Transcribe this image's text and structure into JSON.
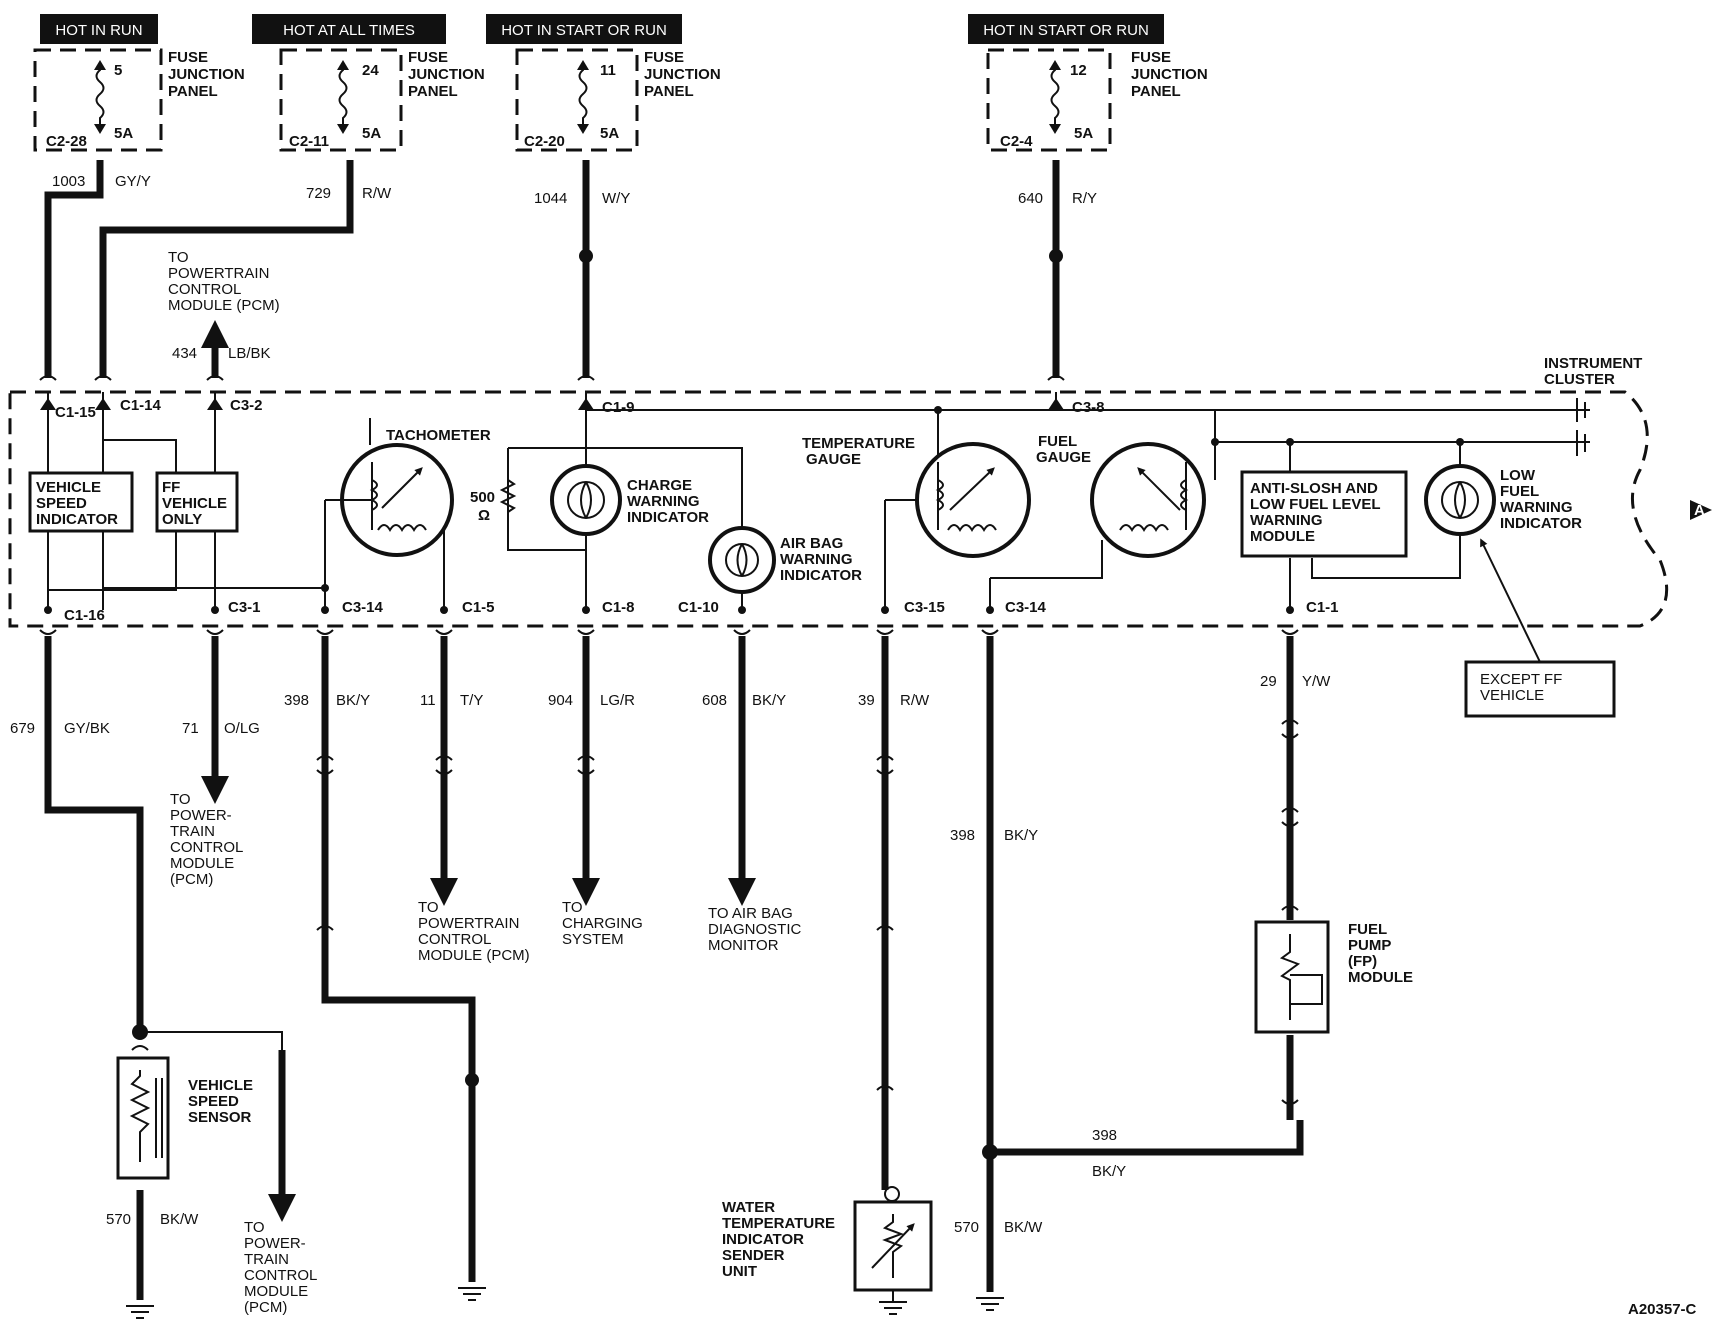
{
  "diagram_id": "A20357-C",
  "off_page_ref": "A",
  "power_headers": [
    "HOT IN RUN",
    "HOT AT ALL TIMES",
    "HOT IN START OR RUN",
    "HOT IN START OR RUN"
  ],
  "fuses": [
    {
      "number": "5",
      "rating": "5A",
      "connector": "C2-28",
      "label": [
        "FUSE",
        "JUNCTION",
        "PANEL"
      ]
    },
    {
      "number": "24",
      "rating": "5A",
      "connector": "C2-11",
      "label": [
        "FUSE",
        "JUNCTION",
        "PANEL"
      ]
    },
    {
      "number": "11",
      "rating": "5A",
      "connector": "C2-20",
      "label": [
        "FUSE",
        "JUNCTION",
        "PANEL"
      ]
    },
    {
      "number": "12",
      "rating": "5A",
      "connector": "C2-4",
      "label": [
        "FUSE",
        "JUNCTION",
        "PANEL"
      ]
    }
  ],
  "circuits": {
    "c1003": {
      "num": "1003",
      "color": "GY/Y"
    },
    "c729": {
      "num": "729",
      "color": "R/W"
    },
    "c1044": {
      "num": "1044",
      "color": "W/Y"
    },
    "c640": {
      "num": "640",
      "color": "R/Y"
    },
    "c434": {
      "num": "434",
      "color": "LB/BK"
    },
    "c679": {
      "num": "679",
      "color": "GY/BK"
    },
    "c71": {
      "num": "71",
      "color": "O/LG"
    },
    "c398a": {
      "num": "398",
      "color": "BK/Y"
    },
    "c11": {
      "num": "11",
      "color": "T/Y"
    },
    "c904": {
      "num": "904",
      "color": "LG/R"
    },
    "c608": {
      "num": "608",
      "color": "BK/Y"
    },
    "c39": {
      "num": "39",
      "color": "R/W"
    },
    "c398b": {
      "num": "398",
      "color": "BK/Y"
    },
    "c29": {
      "num": "29",
      "color": "Y/W"
    },
    "c398c": {
      "num": "398",
      "color": "BK/Y"
    },
    "c570a": {
      "num": "570",
      "color": "BK/W"
    },
    "c570b": {
      "num": "570",
      "color": "BK/W"
    }
  },
  "cluster": {
    "title": [
      "INSTRUMENT",
      "CLUSTER"
    ],
    "connectors": {
      "c1_15": "C1-15",
      "c1_14": "C1-14",
      "c3_2": "C3-2",
      "c1_9": "C1-9",
      "c3_8": "C3-8",
      "c1_16": "C1-16",
      "c3_1": "C3-1",
      "c3_14a": "C3-14",
      "c1_5": "C1-5",
      "c1_8": "C1-8",
      "c1_10": "C1-10",
      "c3_15": "C3-15",
      "c3_14b": "C3-14",
      "c1_1": "C1-1"
    },
    "components": {
      "vsi": [
        "VEHICLE",
        "SPEED",
        "INDICATOR"
      ],
      "ff": [
        "FF",
        "VEHICLE",
        "ONLY"
      ],
      "tach": "TACHOMETER",
      "resistor": [
        "500",
        "Ω"
      ],
      "charge": [
        "CHARGE",
        "WARNING",
        "INDICATOR"
      ],
      "airbag": [
        "AIR BAG",
        "WARNING",
        "INDICATOR"
      ],
      "temp": [
        "TEMPERATURE",
        "GAUGE"
      ],
      "fuel": [
        "FUEL",
        "GAUGE"
      ],
      "antislosh": [
        "ANTI-SLOSH AND",
        "LOW FUEL LEVEL",
        "WARNING",
        "MODULE"
      ],
      "lowfuel": [
        "LOW",
        "FUEL",
        "WARNING",
        "INDICATOR"
      ]
    }
  },
  "destinations": {
    "pcm_top": [
      "TO",
      "POWERTRAIN",
      "CONTROL",
      "MODULE (PCM)"
    ],
    "pcm_71": [
      "TO",
      "POWER-",
      "TRAIN",
      "CONTROL",
      "MODULE",
      "(PCM)"
    ],
    "pcm_11": [
      "TO",
      "POWERTRAIN",
      "CONTROL",
      "MODULE (PCM)"
    ],
    "charging": [
      "TO",
      "CHARGING",
      "SYSTEM"
    ],
    "airbag_mon": [
      "TO AIR BAG",
      "DIAGNOSTIC",
      "MONITOR"
    ],
    "pcm_vss": [
      "TO",
      "POWER-",
      "TRAIN",
      "CONTROL",
      "MODULE",
      "(PCM)"
    ]
  },
  "external": {
    "vss": [
      "VEHICLE",
      "SPEED",
      "SENSOR"
    ],
    "water_sender": [
      "WATER",
      "TEMPERATURE",
      "INDICATOR",
      "SENDER",
      "UNIT"
    ],
    "fuel_pump": [
      "FUEL",
      "PUMP",
      "(FP)",
      "MODULE"
    ],
    "except_ff": [
      "EXCEPT FF",
      "VEHICLE"
    ]
  }
}
